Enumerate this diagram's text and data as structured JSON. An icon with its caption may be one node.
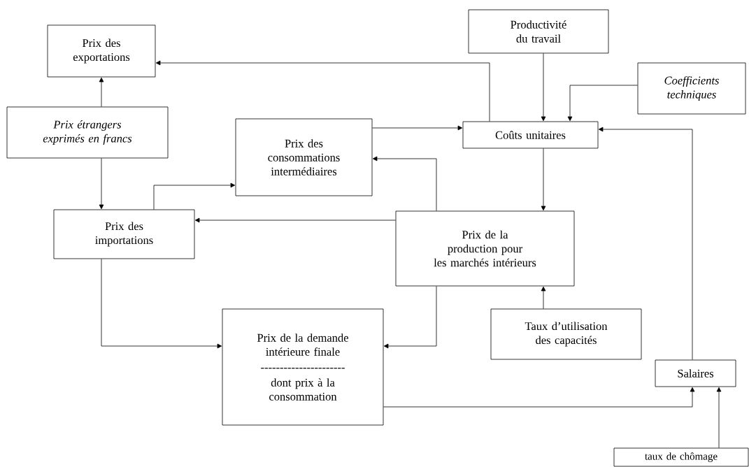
{
  "diagram": {
    "nodes": [
      {
        "text": [
          "Prix des exportations"
        ]
      },
      {
        "text": [
          "Productivité du travail"
        ]
      },
      {
        "text": [
          "Coefficients techniques"
        ]
      },
      {
        "text": [
          "Prix étrangers exprimés en francs"
        ]
      },
      {
        "text": [
          "Prix des consommations intermédiaires"
        ]
      },
      {
        "text": [
          "Coûts unitaires"
        ]
      },
      {
        "text": [
          "Prix des importations"
        ]
      },
      {
        "text": [
          "Prix de la production pour les marchés intérieurs"
        ]
      },
      {
        "text": [
          "Prix de la demande intérieure finale",
          "----------------------",
          "dont prix à la consommation"
        ]
      },
      {
        "text": [
          "Taux d’utilisation des capacités"
        ]
      },
      {
        "text": [
          "Salaires"
        ]
      },
      {
        "text": [
          "taux de chômage"
        ]
      }
    ],
    "edges": [
      {
        "from": 5,
        "to": 0,
        "arrow": "to"
      },
      {
        "from": 3,
        "to": 0,
        "arrow": "to"
      },
      {
        "from": 1,
        "to": 5,
        "arrow": "to"
      },
      {
        "from": 2,
        "to": 5,
        "arrow": "to"
      },
      {
        "from": 4,
        "to": 5,
        "arrow": "to"
      },
      {
        "from": 7,
        "to": 4,
        "arrow": "to"
      },
      {
        "from": 3,
        "to": 6,
        "arrow": "to"
      },
      {
        "from": 6,
        "to": 4,
        "arrow": "to"
      },
      {
        "from": 7,
        "to": 6,
        "arrow": "to"
      },
      {
        "from": 5,
        "to": 7,
        "arrow": "to"
      },
      {
        "from": 6,
        "to": 8,
        "arrow": "to"
      },
      {
        "from": 7,
        "to": 8,
        "arrow": "to"
      },
      {
        "from": 9,
        "to": 7,
        "arrow": "to"
      },
      {
        "from": 8,
        "to": 10,
        "arrow": "to"
      },
      {
        "from": 10,
        "to": 5,
        "arrow": "to"
      },
      {
        "from": 11,
        "to": 10,
        "arrow": "to"
      }
    ]
  }
}
